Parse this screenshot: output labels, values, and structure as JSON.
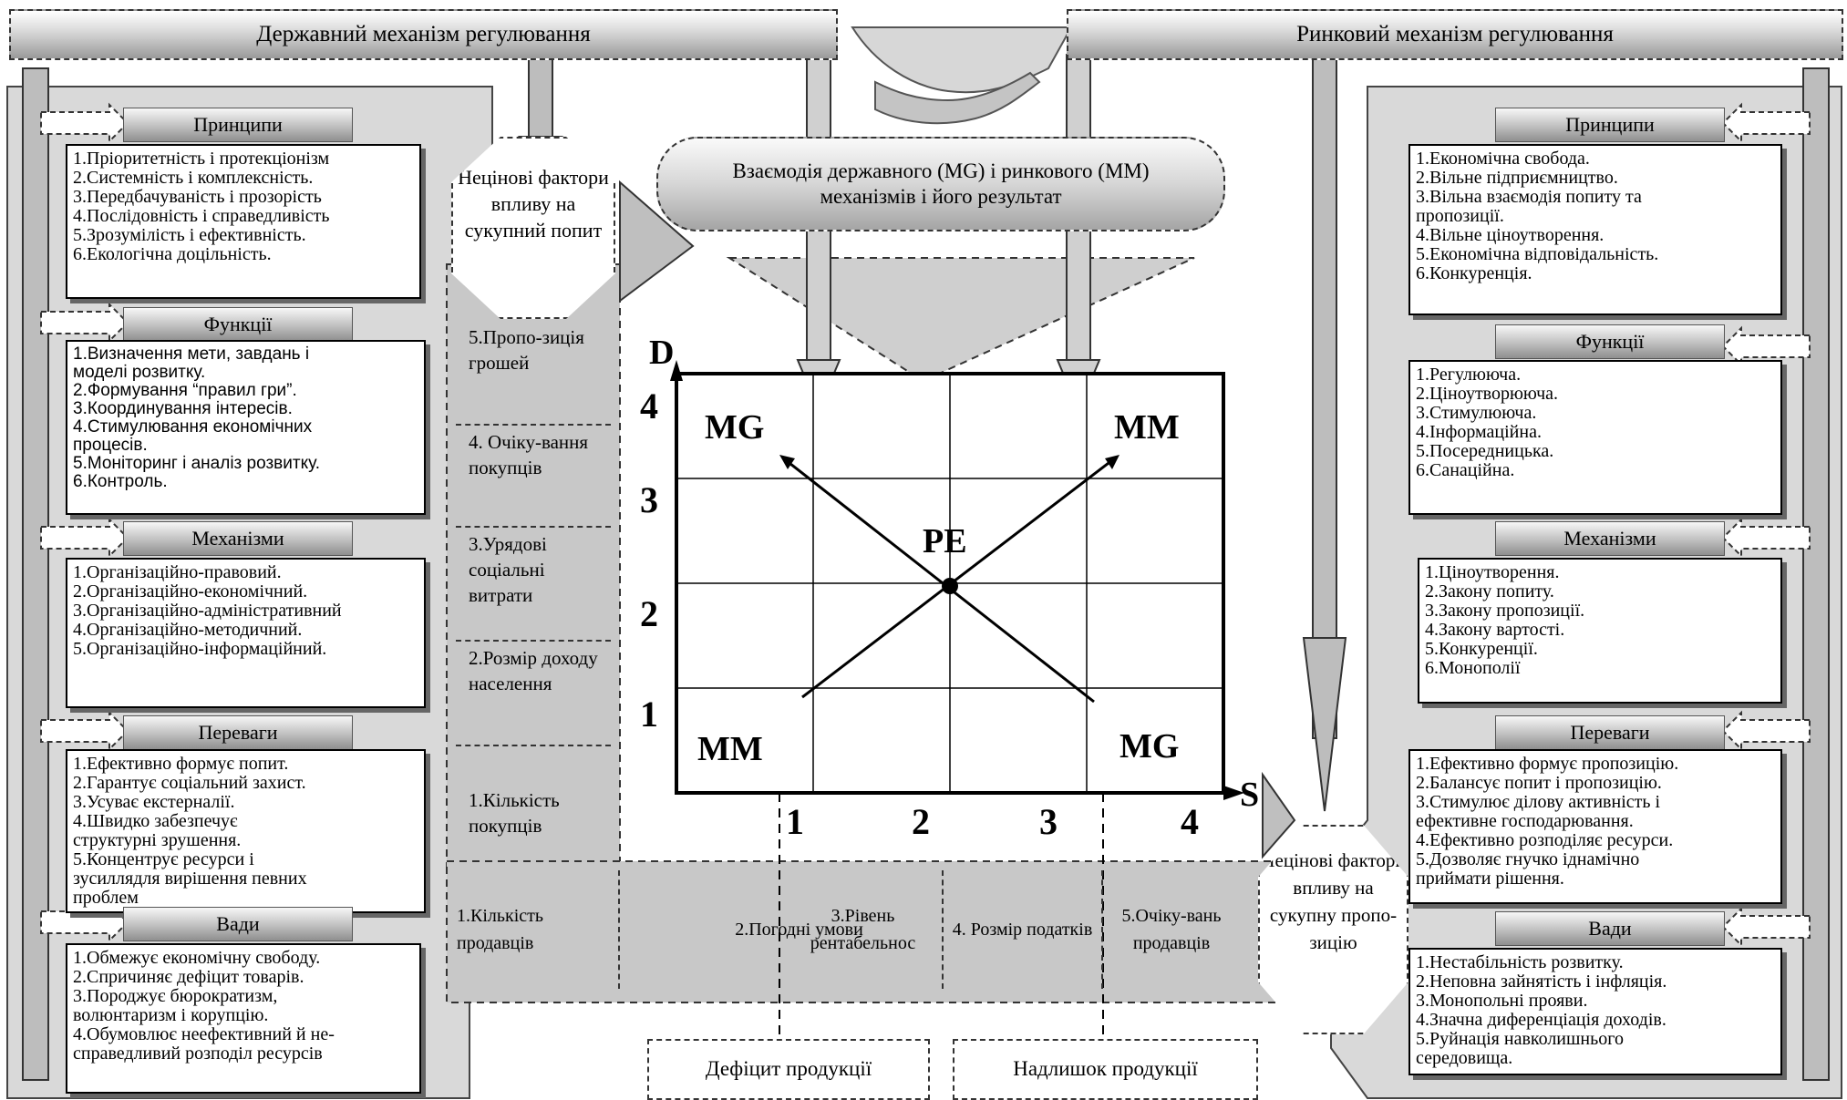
{
  "headers": {
    "left": "Державний механізм регулювання",
    "right": "Ринковий механізм регулювання"
  },
  "center": {
    "title_line1": "Взаємодія державного (MG) і ринкового (MM)",
    "title_line2": "механізмів і його результат",
    "axis_y_label": "D",
    "axis_x_label": "S",
    "y_ticks": [
      "4",
      "3",
      "2",
      "1"
    ],
    "x_ticks": [
      "1",
      "2",
      "3",
      "4"
    ],
    "point_label": "PE",
    "corner_top_left": "MG",
    "corner_top_right": "MM",
    "corner_bottom_left": "MM",
    "corner_bottom_right": "MG"
  },
  "left": {
    "principles": {
      "title": "Принципи",
      "items": [
        "1.Пріоритетність і протекціонізм",
        "2.Системність і комплексність.",
        "3.Передбачуваність і прозорість",
        "4.Послідовність і справедливість",
        "5.Зрозумілість і ефективність.",
        "6.Екологічна доцільність."
      ]
    },
    "functions": {
      "title": "Функції",
      "items": [
        "1.Визначення мети, завдань і",
        "   моделі розвитку.",
        "2.Формування “правил гри”.",
        "3.Координування інтересів.",
        "4.Стимулювання економічних",
        "   процесів.",
        "5.Моніторинг і аналіз розвитку.",
        "6.Контроль."
      ]
    },
    "mechanisms": {
      "title": "Механізми",
      "items": [
        "1.Організаційно-правовий.",
        "2.Організаційно-економічний.",
        "3.Організаційно-адміністративний",
        "4.Організаційно-методичний.",
        "5.Організаційно-інформаційний."
      ]
    },
    "advantages": {
      "title": "Переваги",
      "items": [
        "1.Ефективно формує попит.",
        "2.Гарантує соціальний захист.",
        "3.Усуває екстерналії.",
        "4.Швидко забезпечує",
        "   структурні зрушення.",
        "5.Концентрує ресурси і",
        "   зусиллядля вирішення певних",
        "   проблем"
      ]
    },
    "drawbacks": {
      "title": "Вади",
      "items": [
        "1.Обмежує економічну свободу.",
        "2.Спричиняє дефіцит товарів.",
        "3.Породжує бюрократизм,",
        "   волюнтаризм і корупцію.",
        "4.Обумовлює неефективний й не-",
        "   справедливий розподіл ресурсів"
      ]
    }
  },
  "right": {
    "principles": {
      "title": "Принципи",
      "items": [
        "1.Економічна свобода.",
        "2.Вільне підприємництво.",
        "3.Вільна  взаємодія  попиту  та",
        "   пропозиції.",
        "4.Вільне ціноутворення.",
        "5.Економічна відповідальність.",
        "6.Конкуренція."
      ]
    },
    "functions": {
      "title": "Функції",
      "items": [
        "1.Регулююча.",
        "2.Ціноутворююча.",
        "3.Стимулююча.",
        "4.Інформаційна.",
        "5.Посередницька.",
        "6.Санаційна."
      ]
    },
    "mechanisms": {
      "title": "Механізми",
      "items": [
        "1.Ціноутворення.",
        "2.Закону попиту.",
        "3.Закону пропозиції.",
        "4.Закону вартості.",
        "5.Конкуренції.",
        "6.Монополії"
      ]
    },
    "advantages": {
      "title": "Переваги",
      "items": [
        "1.Ефективно формує пропозицію.",
        "2.Балансує попит і пропозицію.",
        "3.Стимулює ділову активність і",
        "   ефективне господарювання.",
        "4.Ефективно розподіляє ресурси.",
        "5.Дозволяє  гнучко  іднамічно",
        "   приймати рішення."
      ]
    },
    "drawbacks": {
      "title": "Вади",
      "items": [
        "1.Нестабільність розвитку.",
        "2.Неповна зайнятість і інфляція.",
        "3.Монопольні прояви.",
        "4.Значна диференціація доходів.",
        "  5.Руйнація навколишнього",
        "   середовища."
      ]
    }
  },
  "demand_factors": {
    "title": "Нецінові фактори впливу на сукупний попит",
    "items": [
      "5.Пропо-зиція грошей",
      "4. Очіку-вання покупців",
      "3.Урядові соціальні витрати",
      "2.Розмір доходу населення",
      "1.Кількість покупців"
    ]
  },
  "supply_factors": {
    "title": "Нецінові фактори впливу на сукупну пропо-зицію",
    "items": [
      "1.Кількість продавців",
      "2.Погодні умови",
      "3.Рівень рентабельнос",
      "4. Розмір податків",
      "5.Очіку-вань продавців"
    ]
  },
  "outcomes": {
    "deficit": "Дефіцит продукції",
    "surplus": "Надлишок продукції"
  }
}
